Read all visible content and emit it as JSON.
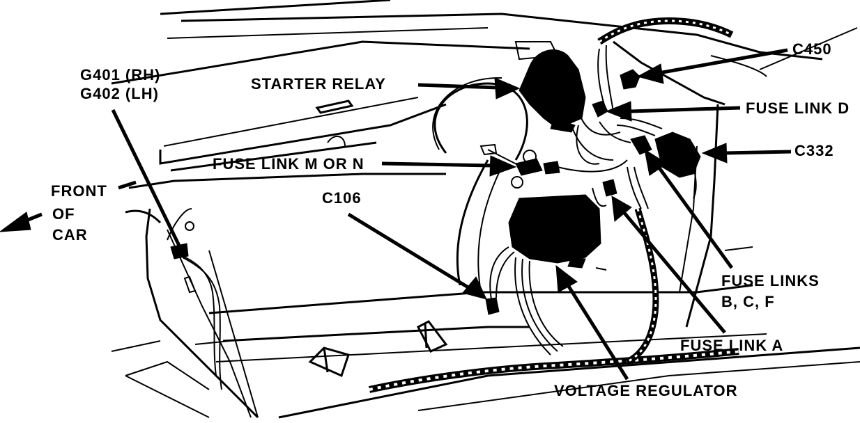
{
  "labels": {
    "starter_relay": "STARTER RELAY",
    "c450": "C450",
    "fuse_link_d": "FUSE LINK D",
    "c332": "C332",
    "fuse_link_m_or_n": "FUSE LINK M OR N",
    "c106": "C106",
    "fuse_links_bcf_line1": "FUSE LINKS",
    "fuse_links_bcf_line2": "B, C, F",
    "fuse_link_a": "FUSE LINK A",
    "voltage_regulator": "VOLTAGE REGULATOR",
    "ground_rh": "G401 (RH)",
    "ground_lh": "G402 (LH)",
    "front_line1": "FRONT",
    "front_line2": "OF",
    "front_line3": "CAR"
  }
}
